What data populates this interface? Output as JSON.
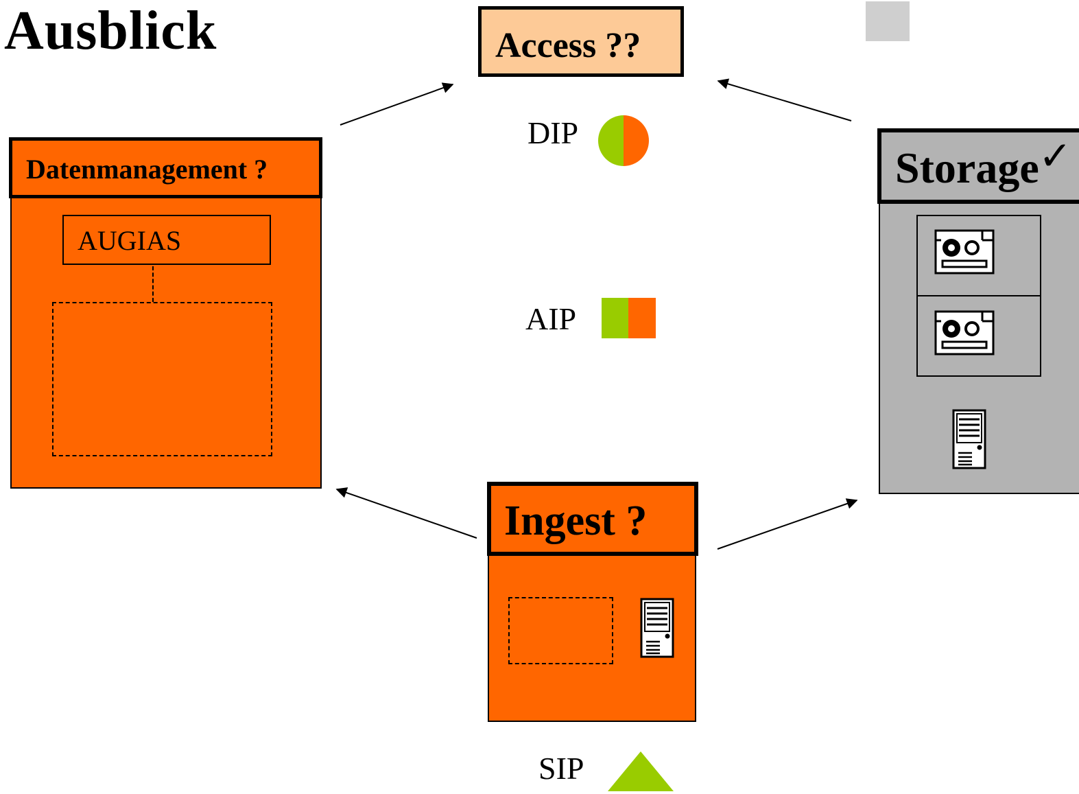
{
  "title": "Ausblick",
  "access": {
    "label": "Access ??"
  },
  "datenmanagement": {
    "label": "Datenmanagement ?",
    "system": "AUGIAS"
  },
  "storage": {
    "label": "Storage",
    "checkmark": "✓"
  },
  "ingest": {
    "label": "Ingest ?"
  },
  "packages": {
    "dip": {
      "label": "DIP",
      "icon": "half-green-half-orange-circle"
    },
    "aip": {
      "label": "AIP",
      "icon": "half-green-half-orange-square"
    },
    "sip": {
      "label": "SIP",
      "icon": "green-triangle"
    }
  },
  "colors": {
    "orange": "#ff6600",
    "green": "#99cc00",
    "access_fill": "#fdca97",
    "storage_fill": "#b3b3b3",
    "corner_square": "#cfcfcf"
  },
  "icons": [
    "tape-drive-icon",
    "tape-drive-icon",
    "server-tower-icon",
    "server-tower-icon"
  ],
  "flow": [
    "datenmanagement -> access",
    "storage -> access",
    "ingest -> datenmanagement",
    "ingest -> storage"
  ]
}
